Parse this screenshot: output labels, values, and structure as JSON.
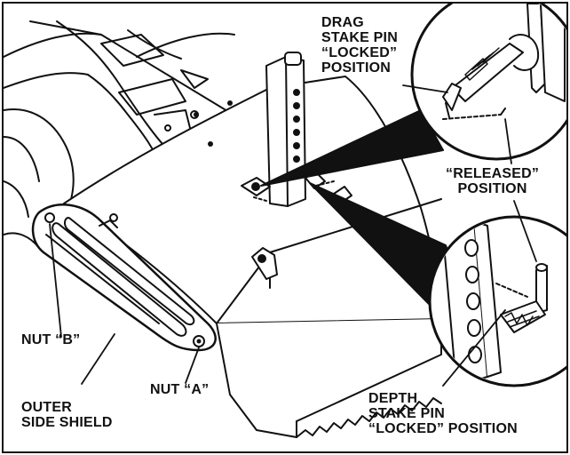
{
  "labels": {
    "drag_pin_locked": "DRAG\nSTAKE PIN\n“LOCKED”\nPOSITION",
    "released": "“RELEASED”\nPOSITION",
    "depth_pin_locked": "DEPTH\nSTAKE PIN\n“LOCKED” POSITION",
    "nut_b": "NUT “B”",
    "nut_a": "NUT “A”",
    "outer_side_shield": "OUTER\nSIDE SHIELD"
  },
  "colors": {
    "ink": "#111111",
    "paper": "#ffffff"
  }
}
